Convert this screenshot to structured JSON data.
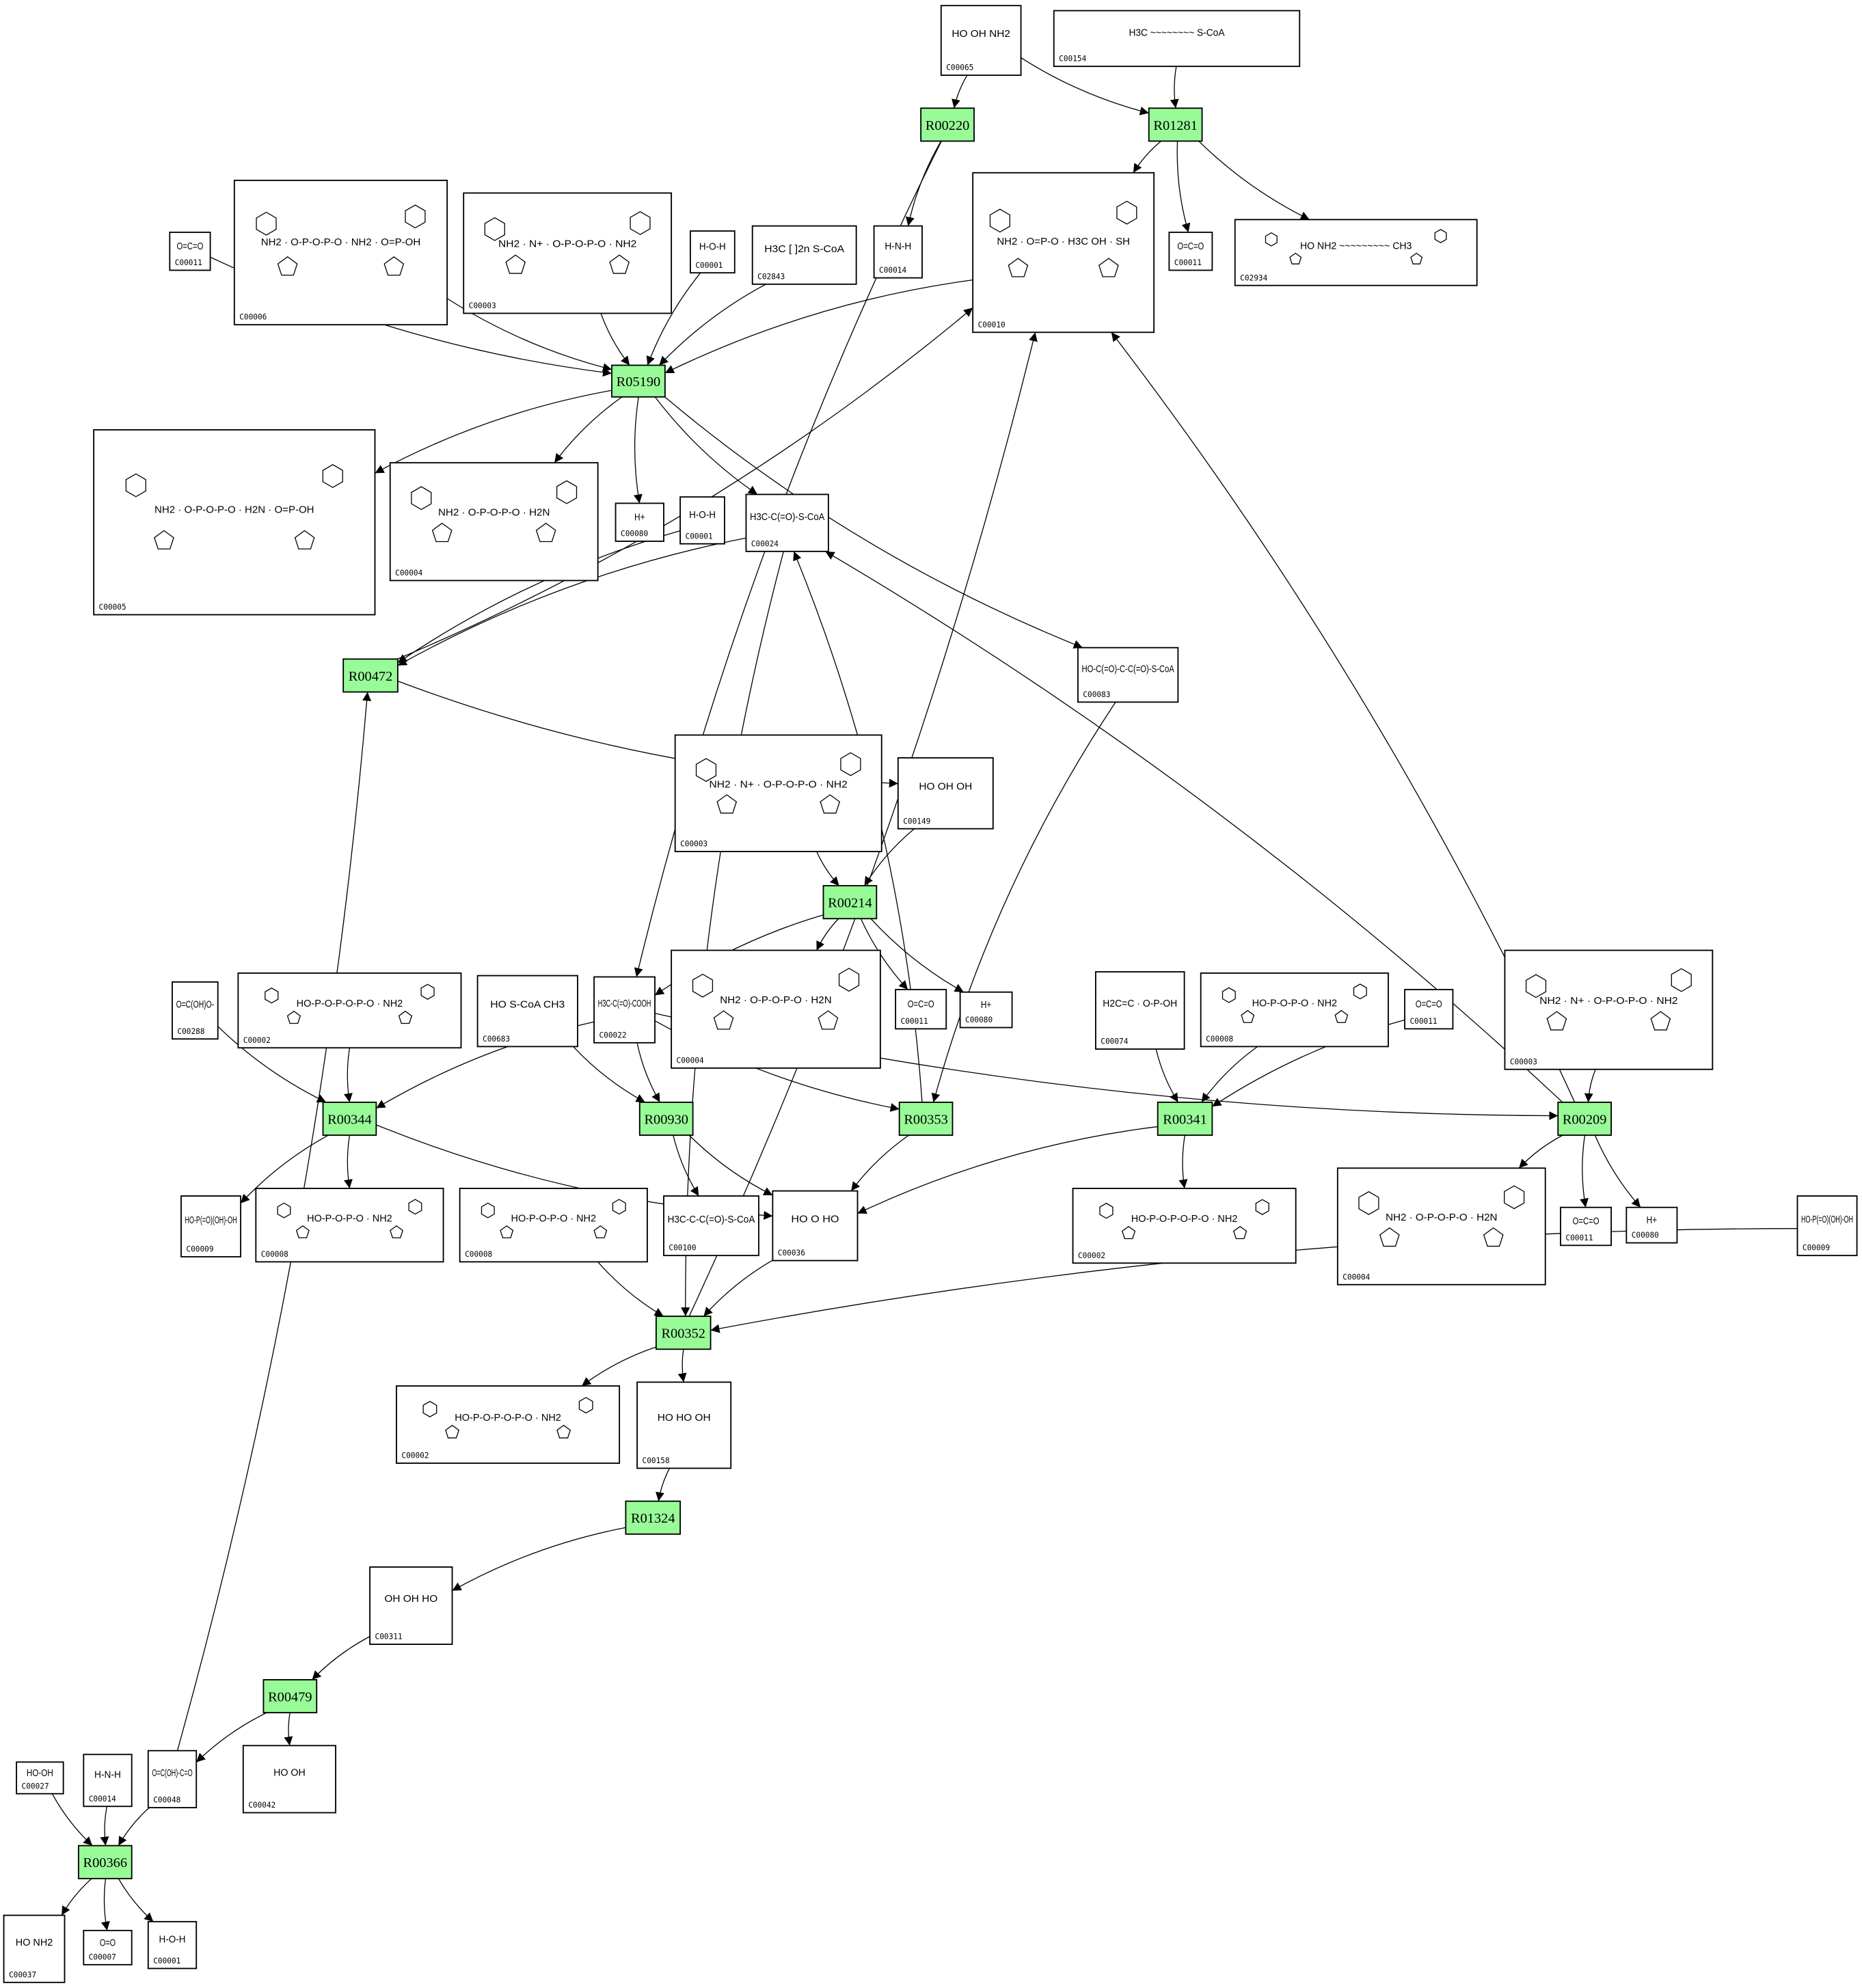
{
  "diagram": {
    "type": "metabolic-pathway",
    "colors": {
      "reaction_fill": "#98fb98",
      "compound_fill": "#ffffff",
      "stroke": "#000000"
    },
    "reactions": [
      "R00220",
      "R01281",
      "R05190",
      "R00472",
      "R00214",
      "R00344",
      "R00930",
      "R00353",
      "R00341",
      "R00209",
      "R00352",
      "R01324",
      "R00479",
      "R00366"
    ],
    "compounds": [
      {
        "id": "C00065",
        "structure": "HO  OH  NH2"
      },
      {
        "id": "C00154",
        "structure": "H3C ~~~~~~~~ S-CoA"
      },
      {
        "id": "C00011",
        "structure": "O=C=O"
      },
      {
        "id": "C00006",
        "structure": "NH2 · O-P-O-P-O · NH2 · O=P-OH"
      },
      {
        "id": "C00003",
        "structure": "NH2 · N+ · O-P-O-P-O · NH2"
      },
      {
        "id": "C00001",
        "structure": "H-O-H"
      },
      {
        "id": "C02843",
        "structure": "H3C [ ]2n S-CoA"
      },
      {
        "id": "C00014",
        "structure": "H-N-H"
      },
      {
        "id": "C00010",
        "structure": "NH2 · O=P-O · H3C OH · SH"
      },
      {
        "id": "C00011",
        "structure": "O=C=O"
      },
      {
        "id": "C02934",
        "structure": "HO  NH2 ~~~~~~~~~ CH3"
      },
      {
        "id": "C00005",
        "structure": "NH2 · O-P-O-P-O · H2N · O=P-OH"
      },
      {
        "id": "C00004",
        "structure": "NH2 · O-P-O-P-O · H2N"
      },
      {
        "id": "C00080",
        "structure": "H+"
      },
      {
        "id": "C00001",
        "structure": "H-O-H"
      },
      {
        "id": "C00024",
        "structure": "H3C-C(=O)-S-CoA"
      },
      {
        "id": "C00083",
        "structure": "HO-C(=O)-C-C(=O)-S-CoA"
      },
      {
        "id": "C00003",
        "structure": "NH2 · N+ · O-P-O-P-O · NH2"
      },
      {
        "id": "C00149",
        "structure": "HO  OH  OH"
      },
      {
        "id": "C00288",
        "structure": "O=C(OH)O-"
      },
      {
        "id": "C00002",
        "structure": "HO-P-O-P-O-P-O · NH2"
      },
      {
        "id": "C00683",
        "structure": "HO  S-CoA  CH3"
      },
      {
        "id": "C00022",
        "structure": "H3C-C(=O)-COOH"
      },
      {
        "id": "C00004",
        "structure": "NH2 · O-P-O-P-O · H2N"
      },
      {
        "id": "C00011",
        "structure": "O=C=O"
      },
      {
        "id": "C00080",
        "structure": "H+"
      },
      {
        "id": "C00074",
        "structure": "H2C=C · O-P-OH"
      },
      {
        "id": "C00008",
        "structure": "HO-P-O-P-O · NH2"
      },
      {
        "id": "C00011",
        "structure": "O=C=O"
      },
      {
        "id": "C00003",
        "structure": "NH2 · N+ · O-P-O-P-O · NH2"
      },
      {
        "id": "C00009",
        "structure": "HO-P(=O)(OH)-OH"
      },
      {
        "id": "C00008",
        "structure": "HO-P-O-P-O · NH2"
      },
      {
        "id": "C00008",
        "structure": "HO-P-O-P-O · NH2"
      },
      {
        "id": "C00100",
        "structure": "H3C-C-C(=O)-S-CoA"
      },
      {
        "id": "C00036",
        "structure": "HO  O  HO"
      },
      {
        "id": "C00002",
        "structure": "HO-P-O-P-O-P-O · NH2"
      },
      {
        "id": "C00004",
        "structure": "NH2 · O-P-O-P-O · H2N"
      },
      {
        "id": "C00011",
        "structure": "O=C=O"
      },
      {
        "id": "C00080",
        "structure": "H+"
      },
      {
        "id": "C00009",
        "structure": "HO-P(=O)(OH)-OH"
      },
      {
        "id": "C00002",
        "structure": "HO-P-O-P-O-P-O · NH2"
      },
      {
        "id": "C00158",
        "structure": "HO  HO  OH"
      },
      {
        "id": "C00311",
        "structure": "OH  OH  HO"
      },
      {
        "id": "C00027",
        "structure": "HO-OH"
      },
      {
        "id": "C00014",
        "structure": "H-N-H"
      },
      {
        "id": "C00048",
        "structure": "O=C(OH)-C=O"
      },
      {
        "id": "C00042",
        "structure": "HO  OH"
      },
      {
        "id": "C00037",
        "structure": "HO  NH2"
      },
      {
        "id": "C00007",
        "structure": "O=O"
      },
      {
        "id": "C00001",
        "structure": "H-O-H"
      }
    ]
  }
}
